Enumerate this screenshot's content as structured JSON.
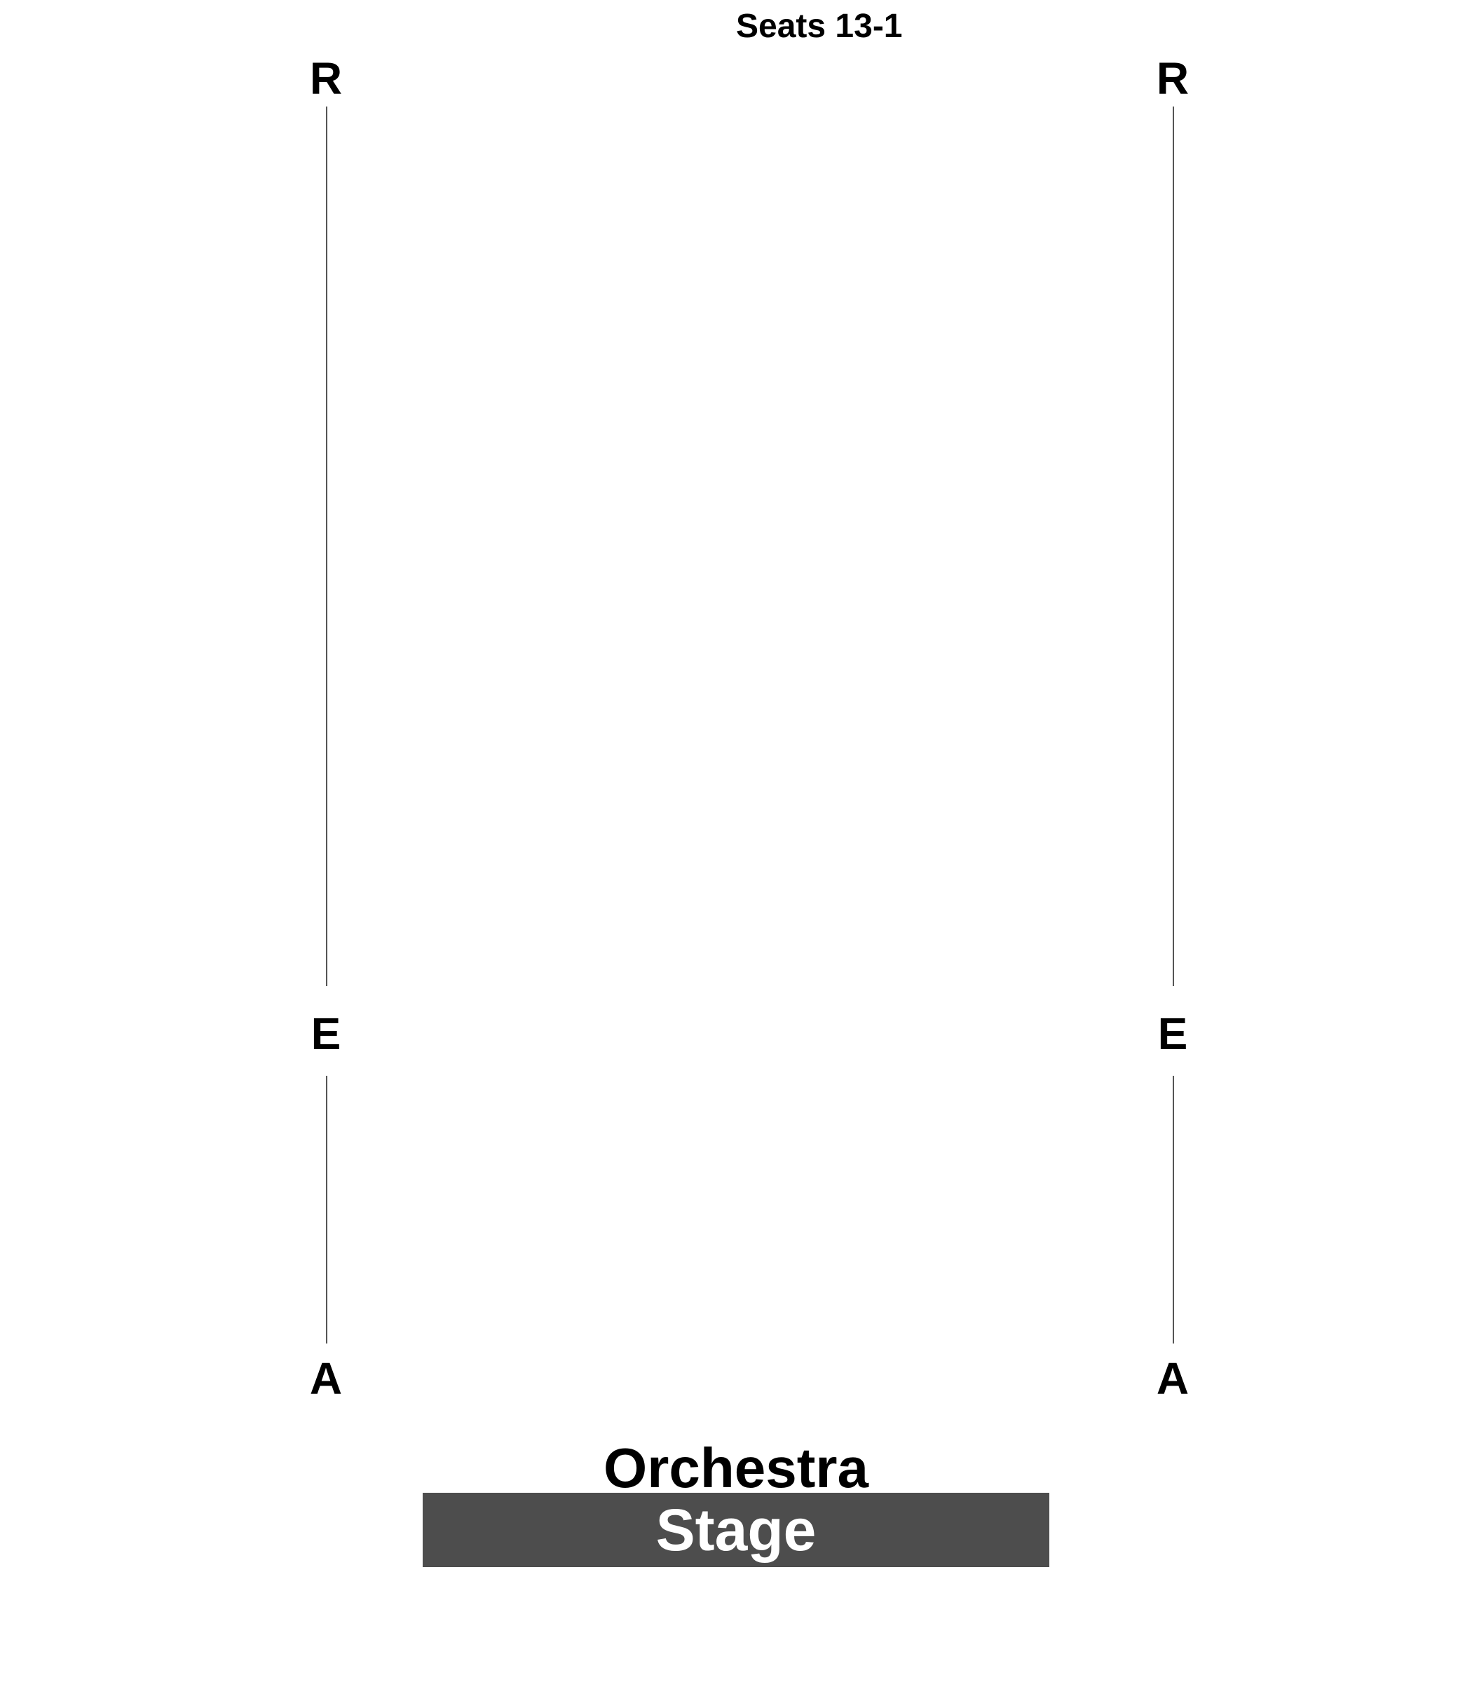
{
  "seat_header": "Seats 13-1",
  "left_rows": {
    "top": "R",
    "middle": "E",
    "bottom": "A"
  },
  "right_rows": {
    "top": "R",
    "middle": "E",
    "bottom": "A"
  },
  "section_name": "Orchestra",
  "stage_label": "Stage",
  "colors": {
    "stage_fill": "#4d4d4d",
    "stage_text": "#ffffff",
    "text": "#000000",
    "line": "#555555",
    "background": "#ffffff"
  }
}
